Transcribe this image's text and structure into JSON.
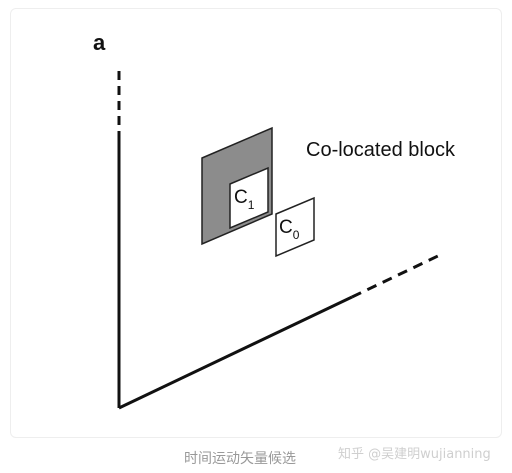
{
  "figure": {
    "panel_label": "a",
    "block_label": "Co-located block",
    "c1_main": "C",
    "c1_sub": "1",
    "c0_main": "C",
    "c0_sub": "0"
  },
  "caption": "时间运动矢量候选",
  "watermark": "知乎 @吴建明wujianning",
  "colors": {
    "axis": "#111111",
    "block_fill": "#8c8c8c",
    "cell_fill": "#ffffff",
    "caption": "#999999"
  }
}
